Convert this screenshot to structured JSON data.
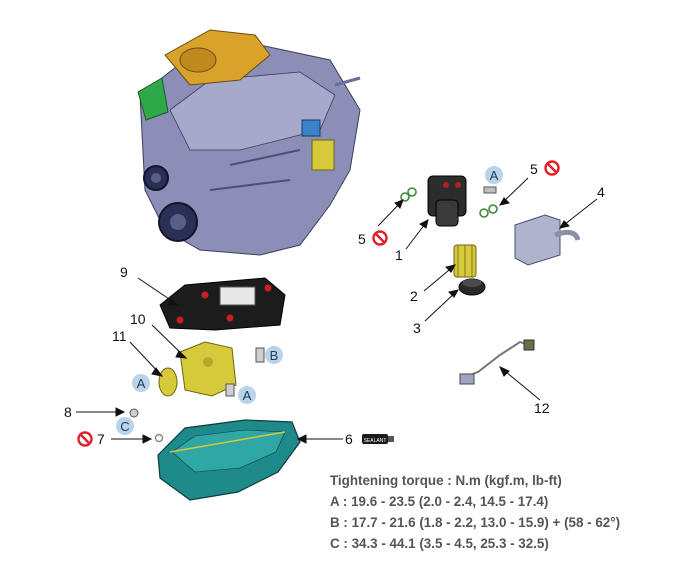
{
  "callouts": {
    "n1": "1",
    "n2": "2",
    "n3": "3",
    "n4": "4",
    "n5_left": "5",
    "n5_right": "5",
    "n6": "6",
    "n7": "7",
    "n8": "8",
    "n9": "9",
    "n10": "10",
    "n11": "11",
    "n12": "12"
  },
  "letters": {
    "a_top": "A",
    "b_mid": "B",
    "a_left": "A",
    "a_mid": "A",
    "c_left": "C"
  },
  "sealant_label": "SEALANT",
  "torque": {
    "heading": "Tightening torque : N.m (kgf.m, lb-ft)",
    "a": "A : 19.6 - 23.5 (2.0 - 2.4, 14.5 - 17.4)",
    "b": "B : 17.7 - 21.6 (1.8 - 2.2, 13.0 - 15.9) + (58 - 62°)",
    "c": "C : 34.3 - 44.1 (3.5 - 4.5, 25.3 - 32.5)"
  },
  "colors": {
    "engine_body": "#8b8fb8",
    "turbo": "#d9a22a",
    "oil_pan": "#1f8a8a",
    "filter": "#d6c93a",
    "no_reuse": "#e0202a",
    "letter_badge": "#b9d3ea"
  }
}
